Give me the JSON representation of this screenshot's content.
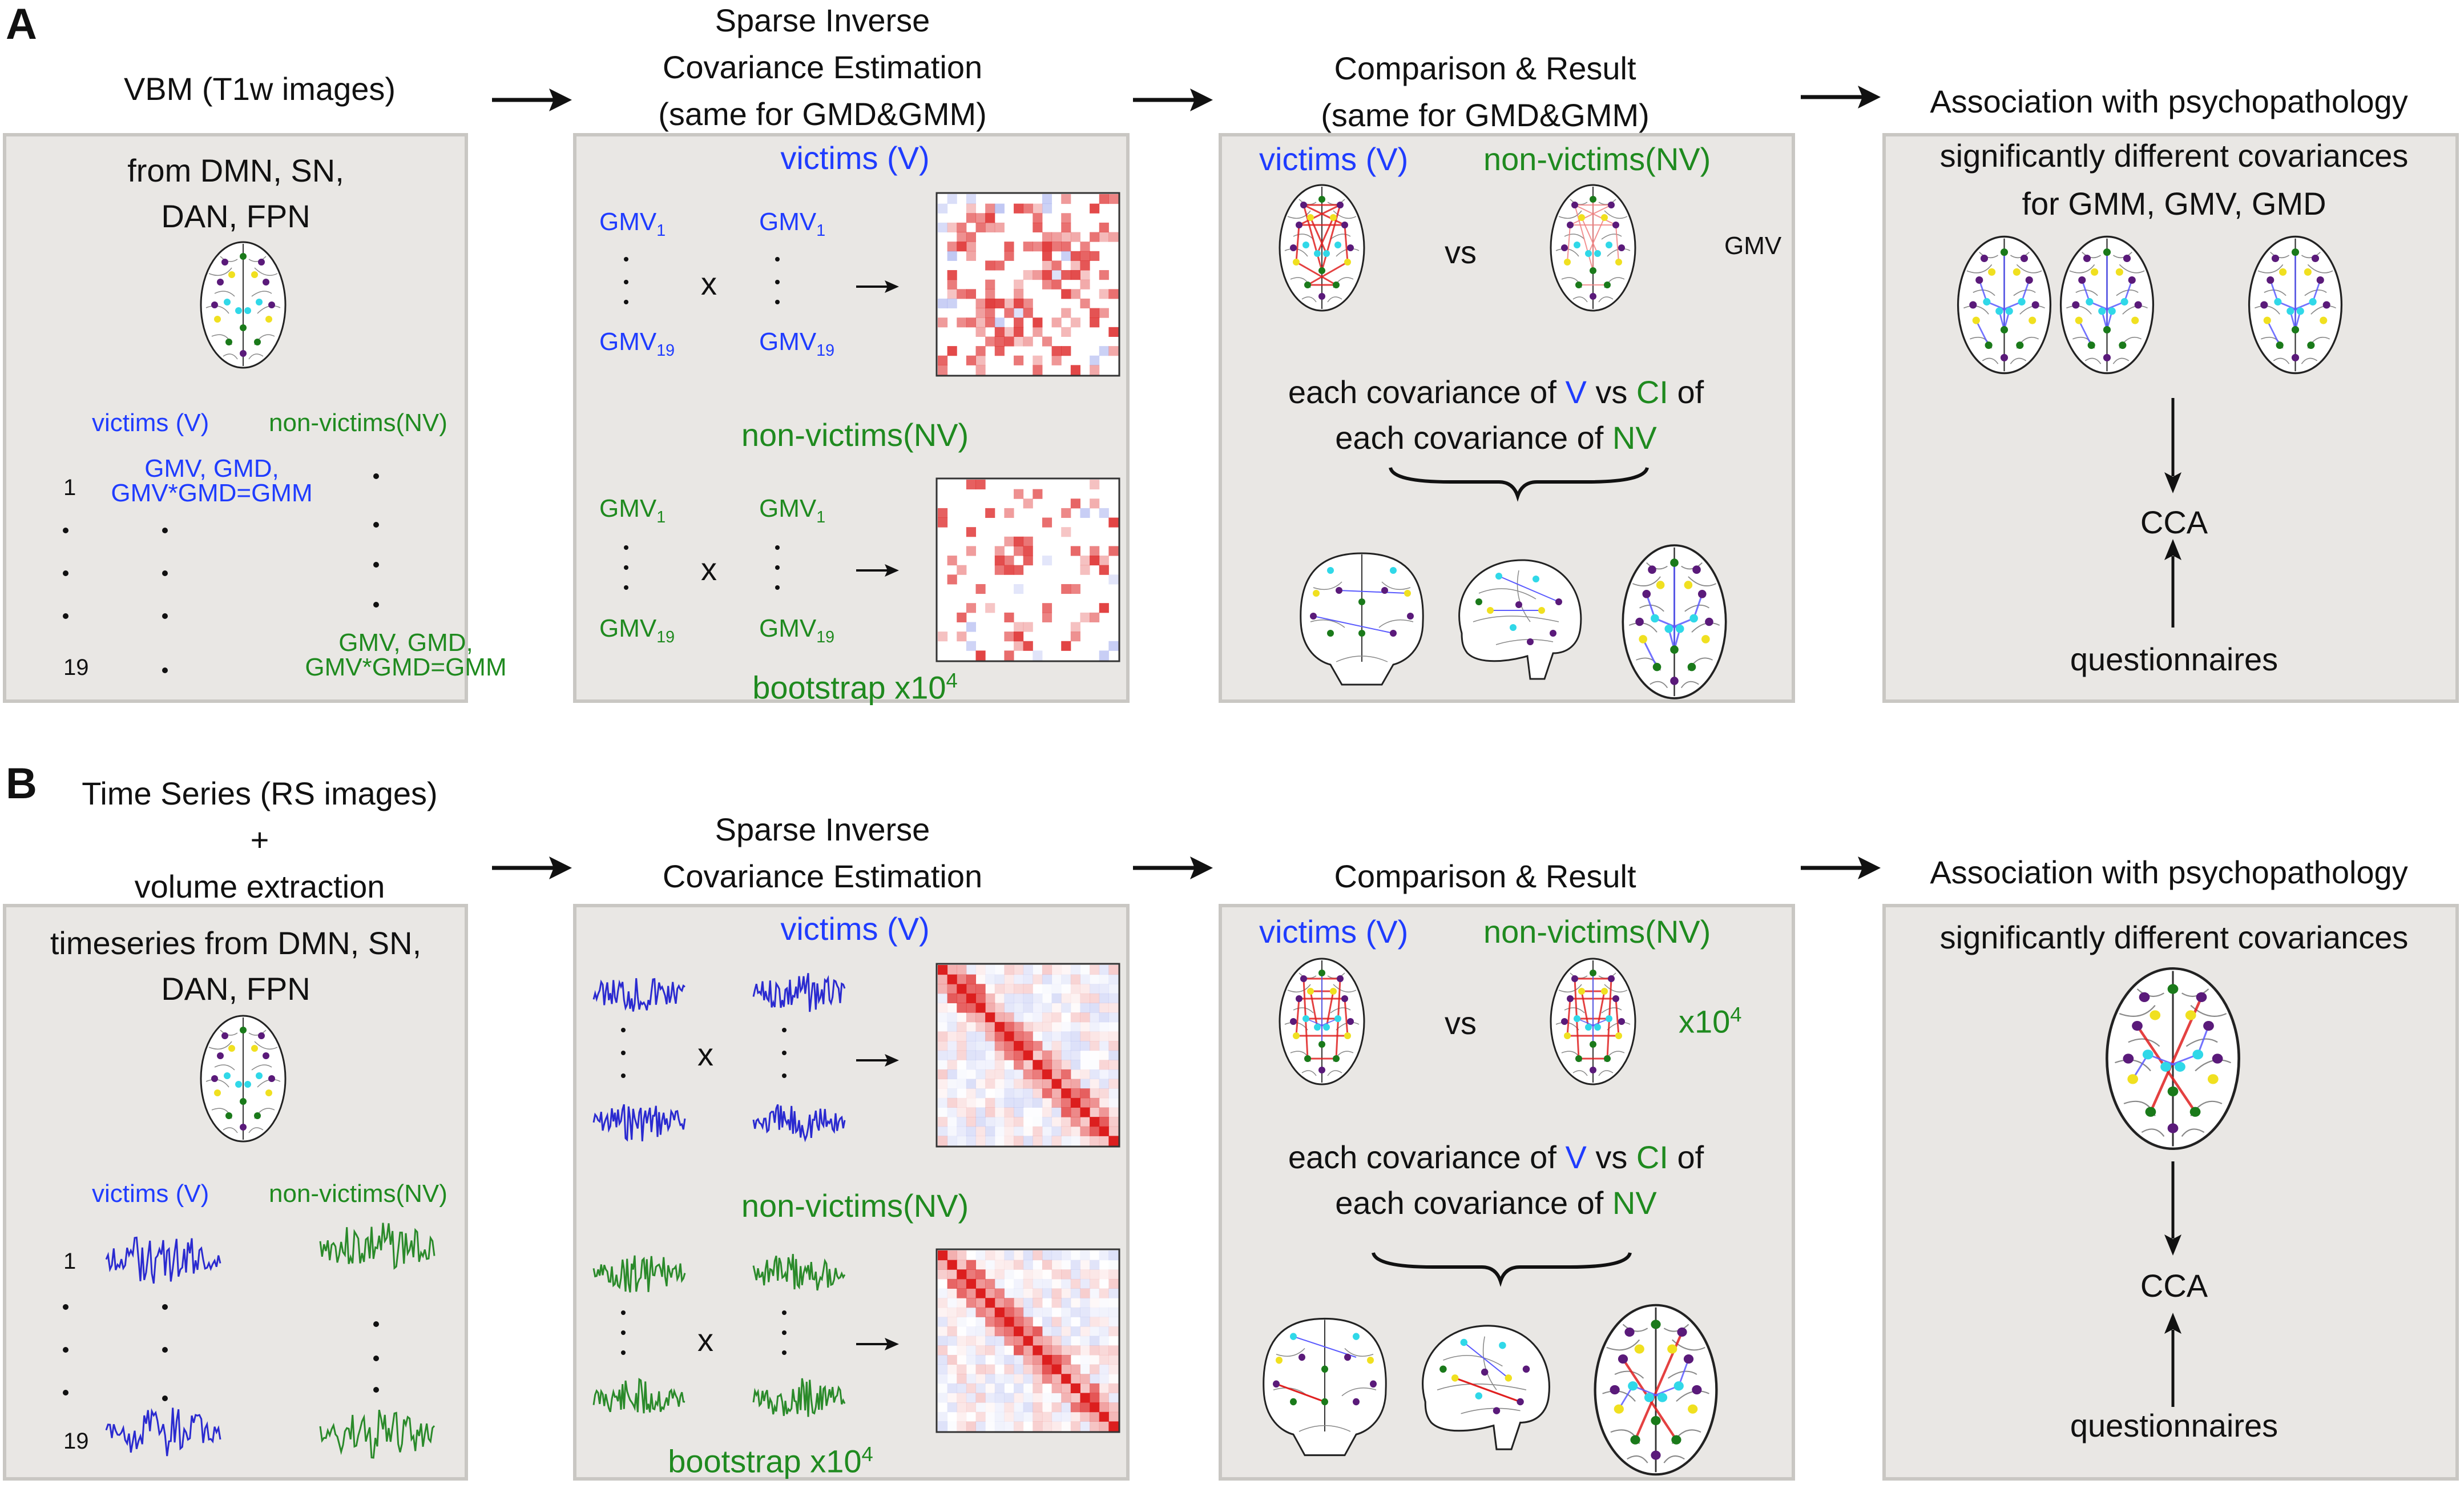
{
  "A": {
    "letter": "A",
    "step1": {
      "title": "VBM (T1w images)",
      "from_line1": "from DMN, SN,",
      "from_line2": "DAN, FPN",
      "victims": "victims (V)",
      "nonvictims": "non-victims(NV)",
      "row_first": "1",
      "row_last": "19",
      "v_vars_line1": "GMV, GMD,",
      "v_vars_line2": "GMV*GMD=GMM",
      "nv_vars_line1": "GMV, GMD,",
      "nv_vars_line2": "GMV*GMD=GMM"
    },
    "step2": {
      "title_line1": "Sparse Inverse",
      "title_line2": "Covariance Estimation",
      "title_line3": "(same for GMD&GMM)",
      "victims": "victims (V)",
      "nonvictims": "non-victims(NV)",
      "var_base": "GMV",
      "sub_first": "1",
      "sub_last": "19",
      "times": "x",
      "bootstrap": "bootstrap x10",
      "bootstrap_exp": "4"
    },
    "step3": {
      "title_line1": "Comparison & Result",
      "title_line2": "(same for GMD&GMM)",
      "victims": "victims (V)",
      "nonvictims": "non-victims(NV)",
      "vs": "vs",
      "tag": "GMV",
      "cmp_a": "each covariance of ",
      "cmp_v": "V",
      "cmp_b": " vs ",
      "cmp_ci": "CI",
      "cmp_c": " of",
      "cmp2_a": "each covariance of ",
      "cmp2_nv": "NV"
    },
    "step4": {
      "title": "Association with psychopathology",
      "line1": "significantly different covariances",
      "line2": "for GMM, GMV, GMD",
      "cca": "CCA",
      "questionnaires": "questionnaires"
    }
  },
  "B": {
    "letter": "B",
    "step1": {
      "title_line1": "Time Series (RS images)",
      "title_line2": "+",
      "title_line3": "volume extraction",
      "title_line4": "timeseries from DMN, SN,",
      "title_line5": "DAN, FPN",
      "victims": "victims (V)",
      "nonvictims": "non-victims(NV)",
      "row_first": "1",
      "row_last": "19"
    },
    "step2": {
      "title_line1": "Sparse Inverse",
      "title_line2": "Covariance Estimation",
      "victims": "victims (V)",
      "nonvictims": "non-victims(NV)",
      "times": "x",
      "bootstrap": "bootstrap x10",
      "bootstrap_exp": "4"
    },
    "step3": {
      "title": "Comparison & Result",
      "victims": "victims (V)",
      "nonvictims": "non-victims(NV)",
      "vs": "vs",
      "tag": "x10",
      "tag_exp": "4",
      "cmp_a": "each covariance of ",
      "cmp_v": "V",
      "cmp_b": " vs ",
      "cmp_ci": "CI",
      "cmp_c": " of",
      "cmp2_a": "each covariance of ",
      "cmp2_nv": "NV"
    },
    "step4": {
      "title": "Association with psychopathology",
      "line1": "significantly different covariances",
      "cca": "CCA",
      "questionnaires": "questionnaires"
    }
  },
  "colors": {
    "victims": "#1f3cff",
    "nonvictims": "#1f8a1f",
    "panel": "#e9e7e4",
    "edge_pos": "#e02020",
    "edge_neg": "#5a5aff"
  }
}
